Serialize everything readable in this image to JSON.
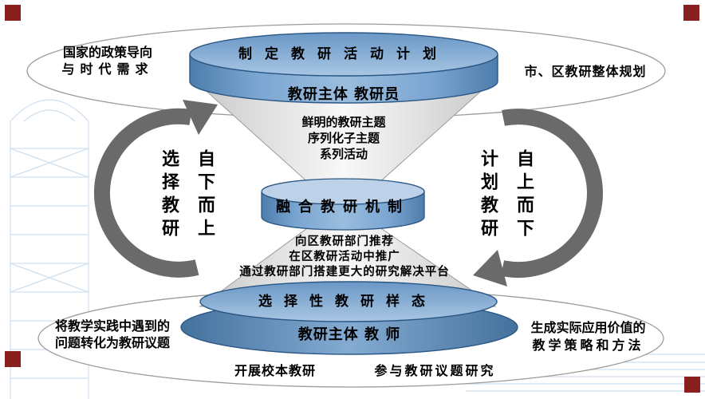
{
  "palette": {
    "disc_blue": "#7ba6d2",
    "disc_blue_light": "#bdd2e9",
    "disc_border": "#2a5784",
    "funnel_gray": "#d9d9d9",
    "arrow_gray": "#6a6a6a",
    "corner_red": "#8a1f1f",
    "sketch_blue": "#cadcee"
  },
  "top": {
    "left_note": [
      "国家的政策导向",
      "与时代需求"
    ],
    "right_note": "市、区教研整体规划",
    "disc_title": "制定教研活动计划",
    "band_label": "教研主体 教研员"
  },
  "upper_funnel": {
    "lines": [
      "鲜明的教研主题",
      "序列化子主题",
      "系列活动"
    ]
  },
  "center": {
    "cylinder_label": "融合教研机制"
  },
  "lower_funnel": {
    "lines": [
      "向区教研部门推荐",
      "在区教研活动中推广",
      "通过教研部门搭建更大的研究解决平台"
    ]
  },
  "bottom": {
    "disc_label": "选择性教研样态",
    "band_label": "教研主体 教 师",
    "left_note": [
      "将教学实践中遇到的",
      "问题转化为教研议题"
    ],
    "right_note": [
      "生成实际应用价值的",
      "教学策略和方法"
    ],
    "caption_left": "开展校本教研",
    "caption_right": "参与教研议题研究"
  },
  "arrows": {
    "left": {
      "col_front": "选择教研",
      "col_back": "自下而上"
    },
    "right": {
      "col_front": "计划教研",
      "col_back": "自上而下"
    }
  }
}
